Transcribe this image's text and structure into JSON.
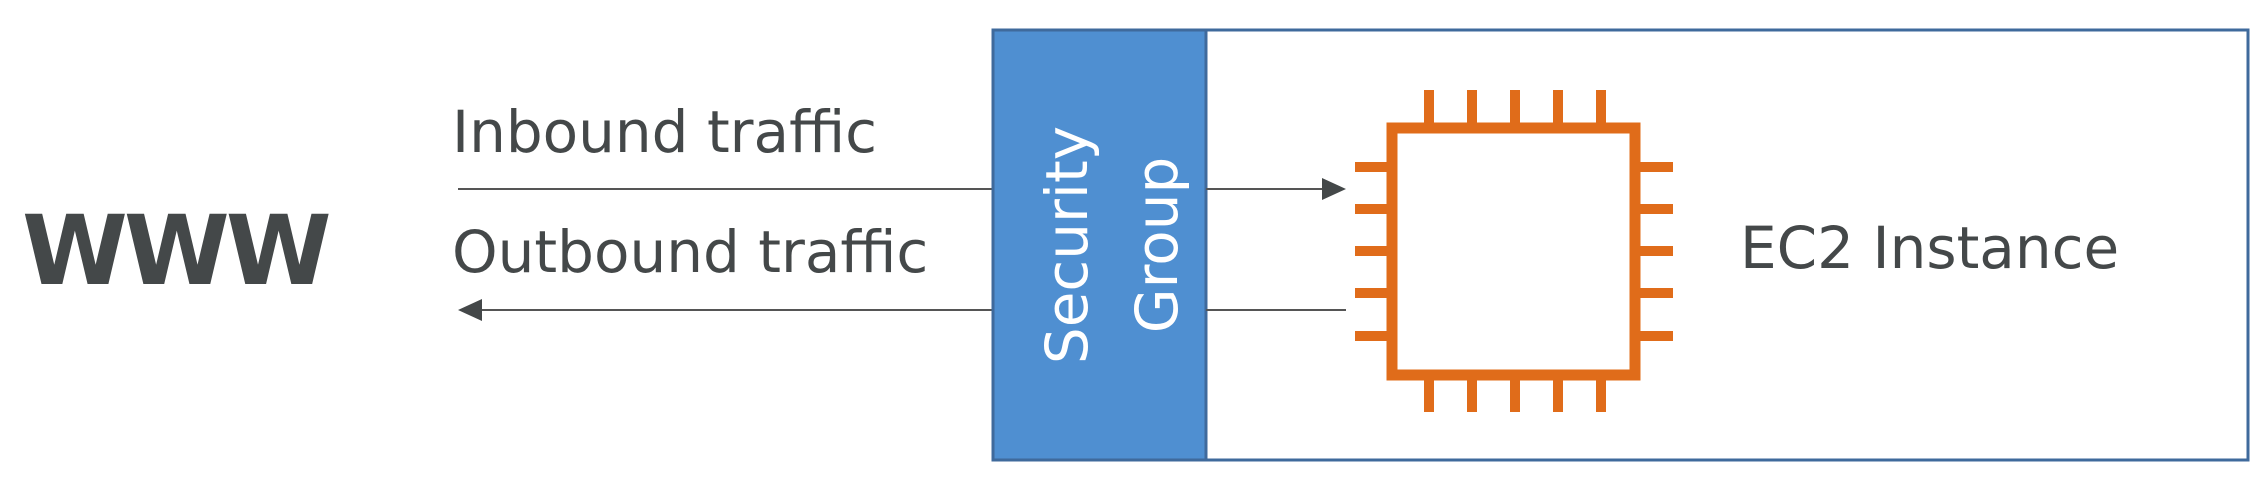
{
  "diagram": {
    "source_label": "WWW",
    "inbound_label": "Inbound traffic",
    "outbound_label": "Outbound traffic",
    "security_group": {
      "line1": "Security",
      "line2": "Group"
    },
    "instance_label": "EC2 Instance",
    "chip_icon": "ec2-chip-icon"
  },
  "colors": {
    "text": "#444849",
    "security_group_fill": "#4f8fd1",
    "border": "#3f6a9c",
    "chip": "#e06c1a",
    "arrow_line": "#555555"
  }
}
